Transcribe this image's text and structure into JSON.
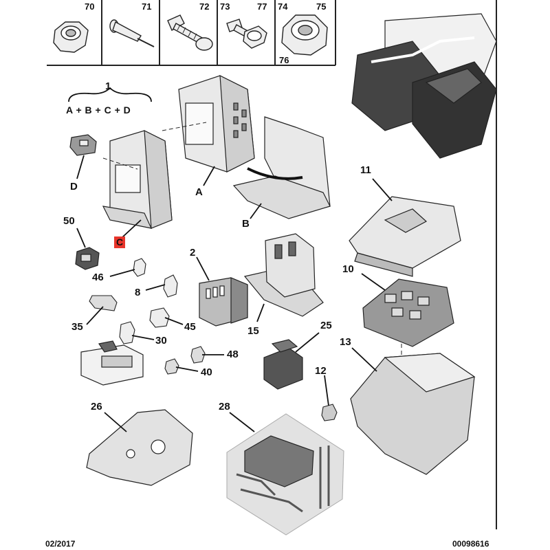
{
  "header_parts": [
    {
      "ref": "70"
    },
    {
      "ref": "71"
    },
    {
      "ref": "72"
    },
    {
      "ref": "73"
    },
    {
      "ref": "77"
    },
    {
      "ref": "74"
    },
    {
      "ref": "75"
    },
    {
      "ref": "76"
    }
  ],
  "assembly": {
    "ref": "1",
    "formula": "A + B + C + D",
    "components": [
      "A",
      "B",
      "C",
      "D"
    ]
  },
  "callouts": {
    "p2": "2",
    "p8": "8",
    "p10": "10",
    "p11": "11",
    "p12": "12",
    "p13": "13",
    "p15": "15",
    "p25": "25",
    "p26": "26",
    "p28": "28",
    "p30": "30",
    "p35": "35",
    "p40": "40",
    "p45": "45",
    "p46": "46",
    "p48": "48",
    "p50": "50"
  },
  "footer": {
    "date": "02/2017",
    "doc_number": "00098616"
  },
  "colors": {
    "highlight_c": "#e8352b",
    "line": "#222222",
    "part_fill": "#e9e9e9",
    "shadow": "#7a7a7a",
    "box_28": "#e2e2e2"
  }
}
